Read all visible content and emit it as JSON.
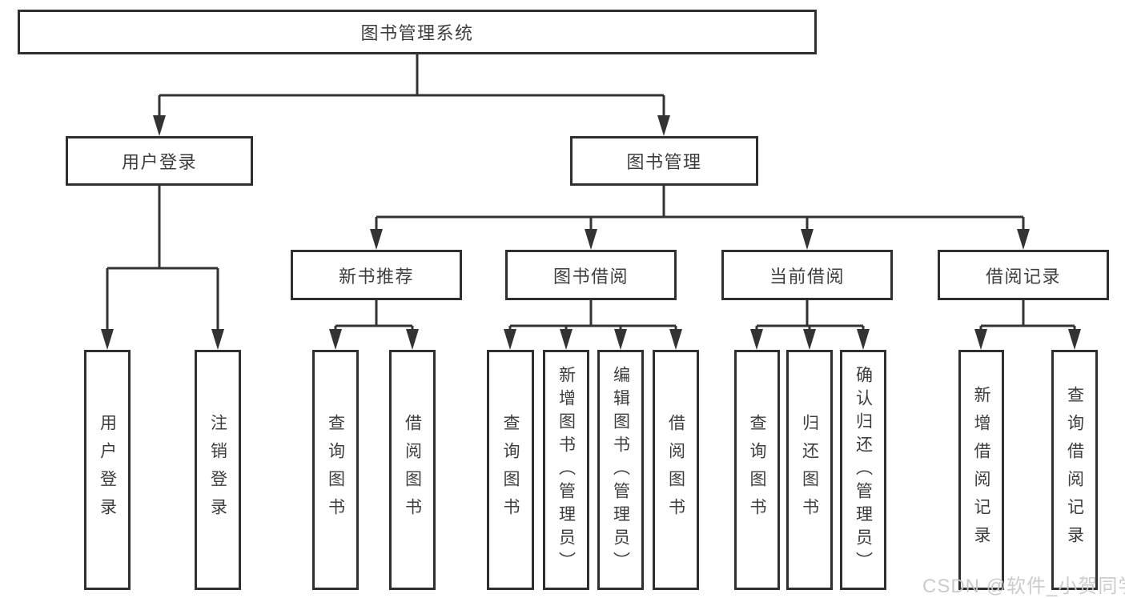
{
  "nodes": {
    "root": "图书管理系统",
    "user_login": "用户登录",
    "book_management": "图书管理",
    "new_book_recommend": "新书推荐",
    "book_borrow": "图书借阅",
    "current_borrow": "当前借阅",
    "borrow_records": "借阅记录",
    "leaf_user_login": "用户登录",
    "leaf_logout": "注销登录",
    "leaf_nbr_query_book": "查询图书",
    "leaf_nbr_borrow_book": "借阅图书",
    "leaf_bb_query_book": "查询图书",
    "leaf_bb_add_book": "新增图书（管理员）",
    "leaf_bb_edit_book": "编辑图书（管理员）",
    "leaf_bb_borrow_book": "借阅图书",
    "leaf_cb_query_book": "查询图书",
    "leaf_cb_return_book": "归还图书",
    "leaf_cb_confirm_return": "确认归还（管理员）",
    "leaf_br_add_record": "新增借阅记录",
    "leaf_br_query_record": "查询借阅记录"
  },
  "watermark": "CSDN @软件_小贺同学",
  "colors": {
    "line": "#333333",
    "border": "#2f2f2f",
    "text": "#3d3d3d",
    "watermark_text": "#c7c7c7",
    "background": "#ffffff"
  }
}
